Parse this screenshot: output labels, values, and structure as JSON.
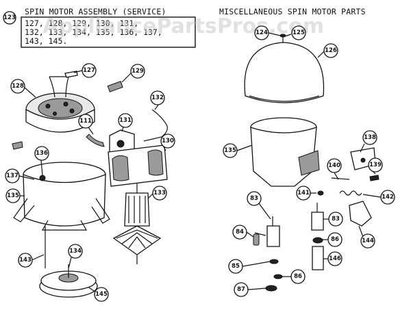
{
  "left_title": "SPIN MOTOR ASSEMBLY (SERVICE)",
  "right_title": "MISCELLANEOUS SPIN MOTOR PARTS",
  "box_number": "123",
  "box_lines": [
    "127, 128, 129, 130, 131,",
    "132, 133, 134, 135, 136, 137,",
    "143, 145."
  ],
  "watermark": "AppliancePartsPros.com",
  "callouts": {
    "c127": "127",
    "c128": "128",
    "c129": "129",
    "c132": "132",
    "c111": "111",
    "c131": "131",
    "c130": "130",
    "c136": "136",
    "c137": "137",
    "c135": "135",
    "c133": "133",
    "c143": "143",
    "c134": "134",
    "c145": "145",
    "c124": "124",
    "c125": "125",
    "c126": "126",
    "c135r": "135",
    "c138": "138",
    "c140": "140",
    "c139": "139",
    "c141": "141",
    "c142": "142",
    "c83a": "83",
    "c83b": "83",
    "c84": "84",
    "c86a": "86",
    "c144": "144",
    "c85": "85",
    "c146": "146",
    "c86b": "86",
    "c87": "87"
  }
}
